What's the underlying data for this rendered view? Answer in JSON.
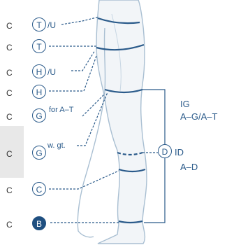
{
  "rows": [
    {
      "c": "C",
      "marker": "T",
      "suffix": "/U",
      "note": "",
      "filled": false
    },
    {
      "c": "C",
      "marker": "T",
      "suffix": "",
      "note": "",
      "filled": false
    },
    {
      "c": "C",
      "marker": "H",
      "suffix": "/U",
      "note": "",
      "filled": false
    },
    {
      "c": "C",
      "marker": "H",
      "suffix": "",
      "note": "",
      "filled": false
    },
    {
      "c": "C",
      "marker": "G",
      "suffix": "",
      "note": "for A–T",
      "filled": false
    },
    {
      "c": "C",
      "marker": "G",
      "suffix": "",
      "note": "w. gt.",
      "filled": false
    },
    {
      "c": "C",
      "marker": "C",
      "suffix": "",
      "note": "",
      "filled": false
    },
    {
      "c": "C",
      "marker": "B",
      "suffix": "",
      "note": "",
      "filled": true
    }
  ],
  "right_labels": {
    "ig_title": "IG",
    "ig_range": "A–G/A–T",
    "d_marker": "D",
    "id_title": "ID",
    "id_range": "A–D"
  },
  "colors": {
    "accent": "#2a5a8a",
    "filled_marker": "#1f4f80",
    "band": "#2a5a8a",
    "leg_outline": "#a9bfd2",
    "leg_fill": "#f2f5f8",
    "row_bg": "#e8e8e8"
  }
}
